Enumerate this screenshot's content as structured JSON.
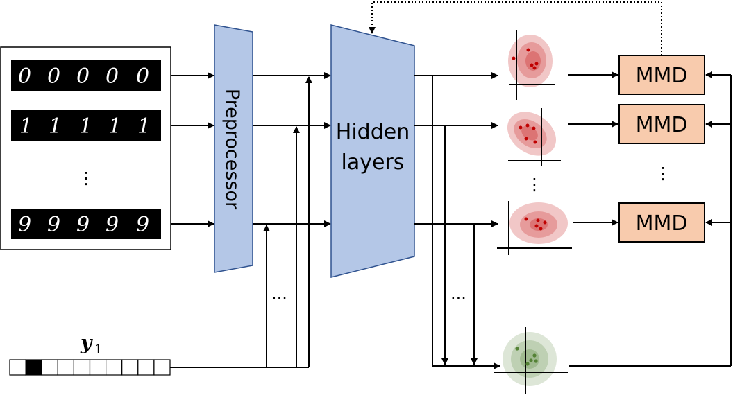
{
  "blocks": {
    "preprocessor": "Preprocessor",
    "hidden_layers_line1": "Hidden",
    "hidden_layers_line2": "layers",
    "mmd_1": "MMD",
    "mmd_2": "MMD",
    "mmd_3": "MMD"
  },
  "label_vector": {
    "name": "y",
    "subscript": "1",
    "cells": 10,
    "active_index": 1
  },
  "digit_rows": [
    {
      "digit": "0",
      "samples": [
        "0",
        "0",
        "0",
        "0",
        "0"
      ]
    },
    {
      "digit": "1",
      "samples": [
        "1",
        "1",
        "1",
        "1",
        "1"
      ]
    },
    {
      "digit": "9",
      "samples": [
        "9",
        "9",
        "9",
        "9",
        "9"
      ]
    }
  ],
  "ellipsis": {
    "dataset": "⋮",
    "distributions": "⋮",
    "mmd": "⋮",
    "label_inputs": "...",
    "target_inputs": "..."
  },
  "colors": {
    "block_fill": "#b4c7e7",
    "block_stroke": "#2f528f",
    "mmd_fill": "#f8cbad",
    "distribution_red": "#c00000",
    "distribution_green": "#548235",
    "digit_bg": "#000000"
  }
}
